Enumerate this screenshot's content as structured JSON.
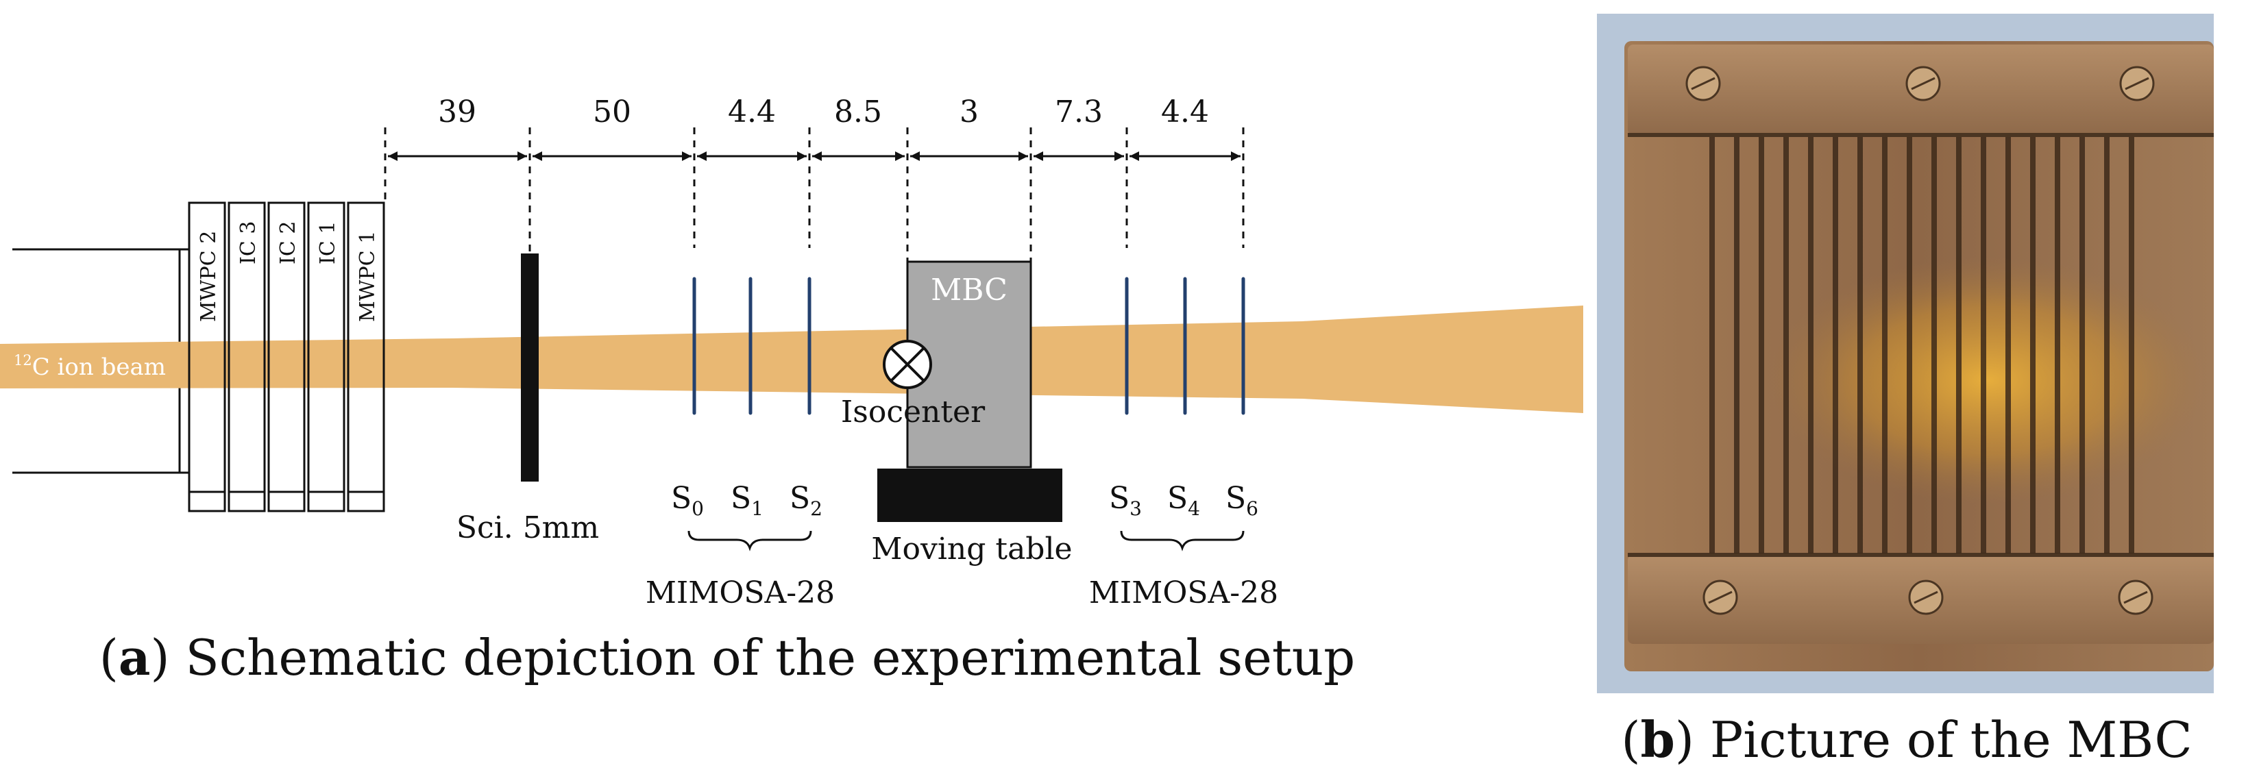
{
  "panel_a": {
    "caption_letter": "a",
    "caption_text": "Schematic depiction of the experimental setup",
    "beam_label_sup": "12",
    "beam_label_text": "C ion beam",
    "beam_color": "#e9b873",
    "detectors": [
      "MWPC 2",
      "IC 3",
      "IC 2",
      "IC 1",
      "MWPC 1"
    ],
    "distances": [
      "39",
      "50",
      "4.4",
      "8.5",
      "3",
      "7.3",
      "4.4"
    ],
    "scintillator_label": "Sci. 5mm",
    "sensor_color": "#23406e",
    "sensors_left": [
      {
        "base": "S",
        "sub": "0"
      },
      {
        "base": "S",
        "sub": "1"
      },
      {
        "base": "S",
        "sub": "2"
      }
    ],
    "sensors_right": [
      {
        "base": "S",
        "sub": "3"
      },
      {
        "base": "S",
        "sub": "4"
      },
      {
        "base": "S",
        "sub": "6"
      }
    ],
    "telescope_label_left": "MIMOSA-28",
    "telescope_label_right": "MIMOSA-28",
    "mbc_label": "MBC",
    "mbc_color": "#a9a9a9",
    "isocenter_label": "Isocenter",
    "table_label": "Moving table"
  },
  "panel_b": {
    "caption_letter": "b",
    "caption_text": "Picture of the MBC",
    "photo_colors": {
      "background": "#b7c6d8",
      "metal": "#9c7450",
      "highlight": "#e6a632"
    }
  }
}
